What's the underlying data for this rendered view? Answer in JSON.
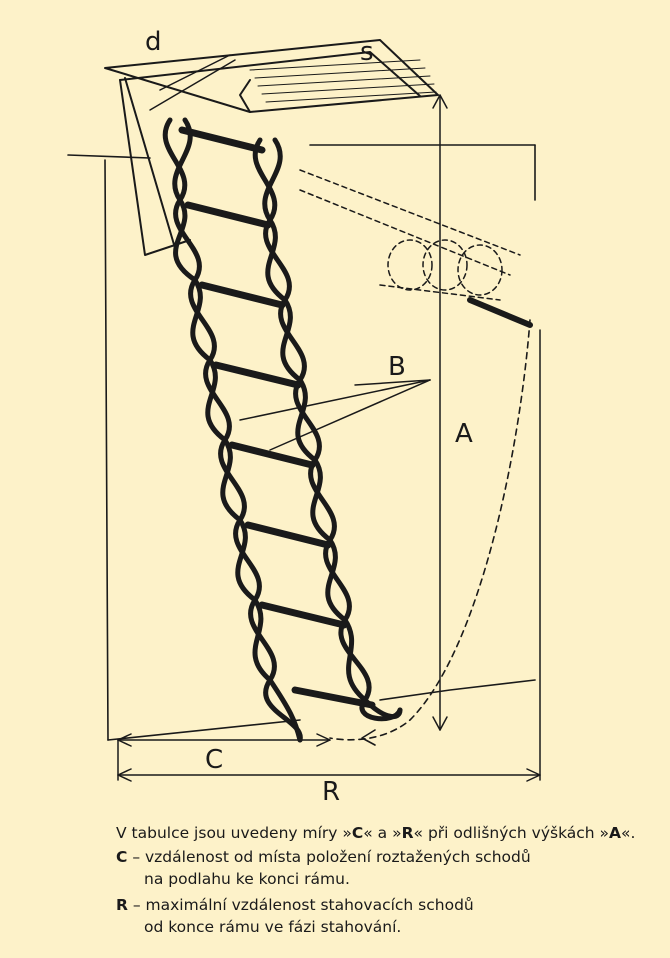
{
  "diagram": {
    "labels": {
      "d": "d",
      "s": "s",
      "B": "B",
      "A": "A",
      "C": "C",
      "R": "R"
    }
  },
  "caption": {
    "intro": {
      "pre": "V tabulce jsou uvedeny míry »",
      "c": "C",
      "mid1": "« a »",
      "r": "R",
      "mid2": "« při odlišných výškách »",
      "a": "A",
      "post": "«."
    },
    "c_def": {
      "key": "C",
      "line1": " – vzdálenost od místa položení roztažených schodů",
      "line2": "na podlahu ke konci rámu."
    },
    "r_def": {
      "key": "R",
      "line1": " – maximální vzdálenost stahovacích schodů",
      "line2": "od konce rámu ve fázi stahování."
    }
  },
  "colors": {
    "background": "#fdf2c9",
    "ink": "#1a1a1a"
  }
}
